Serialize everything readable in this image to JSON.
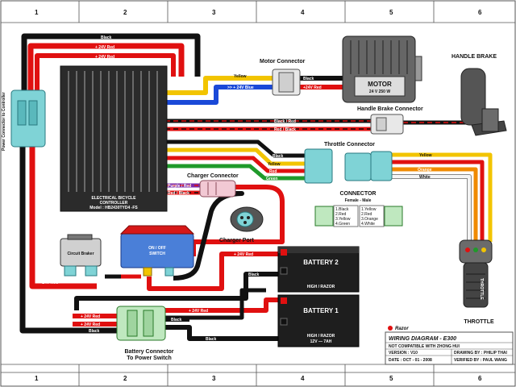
{
  "grid": {
    "columns": [
      "1",
      "2",
      "3",
      "4",
      "5",
      "6"
    ]
  },
  "components": {
    "controller": {
      "line1": "ELECTRICAL BICYCLE",
      "line2": "CONTROLLER",
      "line3": "Model : HB2430TYD4 -FS"
    },
    "motor": {
      "title": "MOTOR",
      "spec": "24 V 250 W"
    },
    "motor_connector": "Motor Connector",
    "handle_brake": "HANDLE BRAKE",
    "handle_brake_connector": "Handle Brake Connector",
    "throttle_connector": "Throttle Connector",
    "throttle": "THROTTLE",
    "throttle_body": "THROTTLE",
    "charger_connector": "Charger Connector",
    "charger_port": "Charger Port",
    "power_connector": "Power Connector to Controller",
    "circuit_breaker": "Circuit Braker",
    "switch": {
      "line1": "ON / OFF",
      "line2": "SWITCH"
    },
    "battery2": {
      "title": "BATTERY 2",
      "brand": "HIGH / RAZOR"
    },
    "battery1": {
      "title": "BATTERY 1",
      "brand": "HIGH / RAZOR",
      "spec": "12V — 7AH"
    },
    "battery_connector_l1": "Battery Connector",
    "battery_connector_l2": "To Power Switch",
    "connector_legend": {
      "title": "CONNECTOR",
      "subtitle": "Female  -  Male",
      "left": [
        "1.Black",
        "2.Red",
        "3.Yellow",
        "4.Green"
      ],
      "right": [
        "1.Yellow",
        "2.Red",
        "3.Orange",
        "4.White"
      ]
    }
  },
  "wires": {
    "black": "Black",
    "red24": "+ 24V Red",
    "yellow": "Yellow",
    "blue24": ">> + 24V Blue",
    "black_motor": "Black",
    "red24_motor": "+24V Red",
    "black_red": "Black / Red",
    "red_black": "Red / Black",
    "purple_red": "Purple / Red",
    "red_black_short": "Red / Black",
    "green": "Green",
    "white": "White",
    "orange": "Orange",
    "red": "Red",
    "cw_black": "Black",
    "cw_yellow": "Yellow",
    "cw_red": "Red",
    "cw_green": "Green",
    "tw_yellow": "Yellow",
    "tw_orange": "Orange",
    "tw_white": "White"
  },
  "title_block": {
    "brand": "Razor",
    "title": "WIRING DIAGRAM - E300",
    "note": "NOT COMPATIBLE WITH ZHONG HUI",
    "version": "VERSION : V10",
    "drawing_by": "DRAWING BY : PHILIP THAI",
    "date": "DATE : OCT - 01 - 2008",
    "verified_by": "VERIFIED BY : PAUL WANG"
  },
  "colors": {
    "black_wire": "#111111",
    "red_wire": "#e01010",
    "yellow_wire": "#f2c400",
    "blue_wire": "#1a49d8",
    "green_wire": "#1f9a2a",
    "orange_wire": "#f08a00",
    "white_wire": "#f4f4f4",
    "connector": "#7fd3d6",
    "switch_blue": "#4a7fd8",
    "switch_red": "#d61818"
  }
}
